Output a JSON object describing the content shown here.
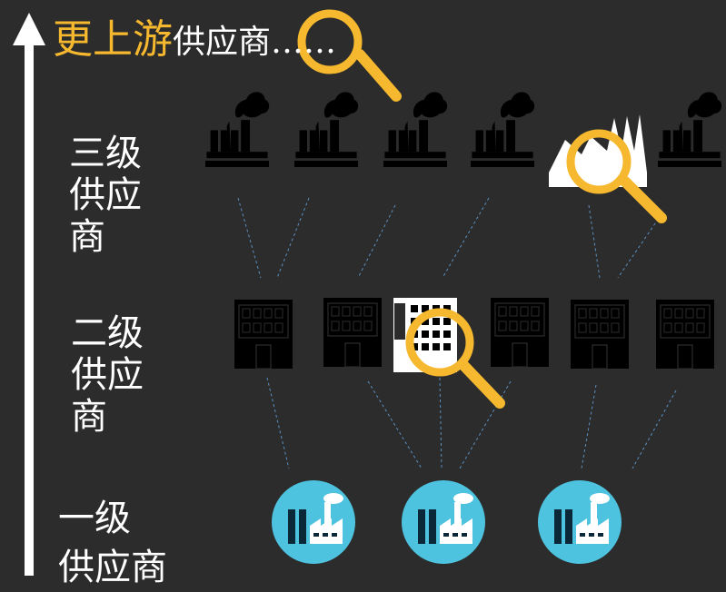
{
  "title": {
    "highlight": "更上游",
    "rest": "供应商……"
  },
  "levels": {
    "tier3": "三级\n供应\n商",
    "tier2": "二级\n供应\n商",
    "tier1": "一级\n供应商"
  },
  "colors": {
    "background": "#2c2c2c",
    "highlight": "#f5b82e",
    "tier1_badge": "#4ec3e0",
    "connector": "#5a8fc0",
    "arrow": "#ffffff"
  },
  "icons": {
    "tier3": "factory-smokestack-icon",
    "tier2": "office-building-icon",
    "tier1": "factory-badge-icon",
    "inspect": "magnifying-glass-icon"
  }
}
